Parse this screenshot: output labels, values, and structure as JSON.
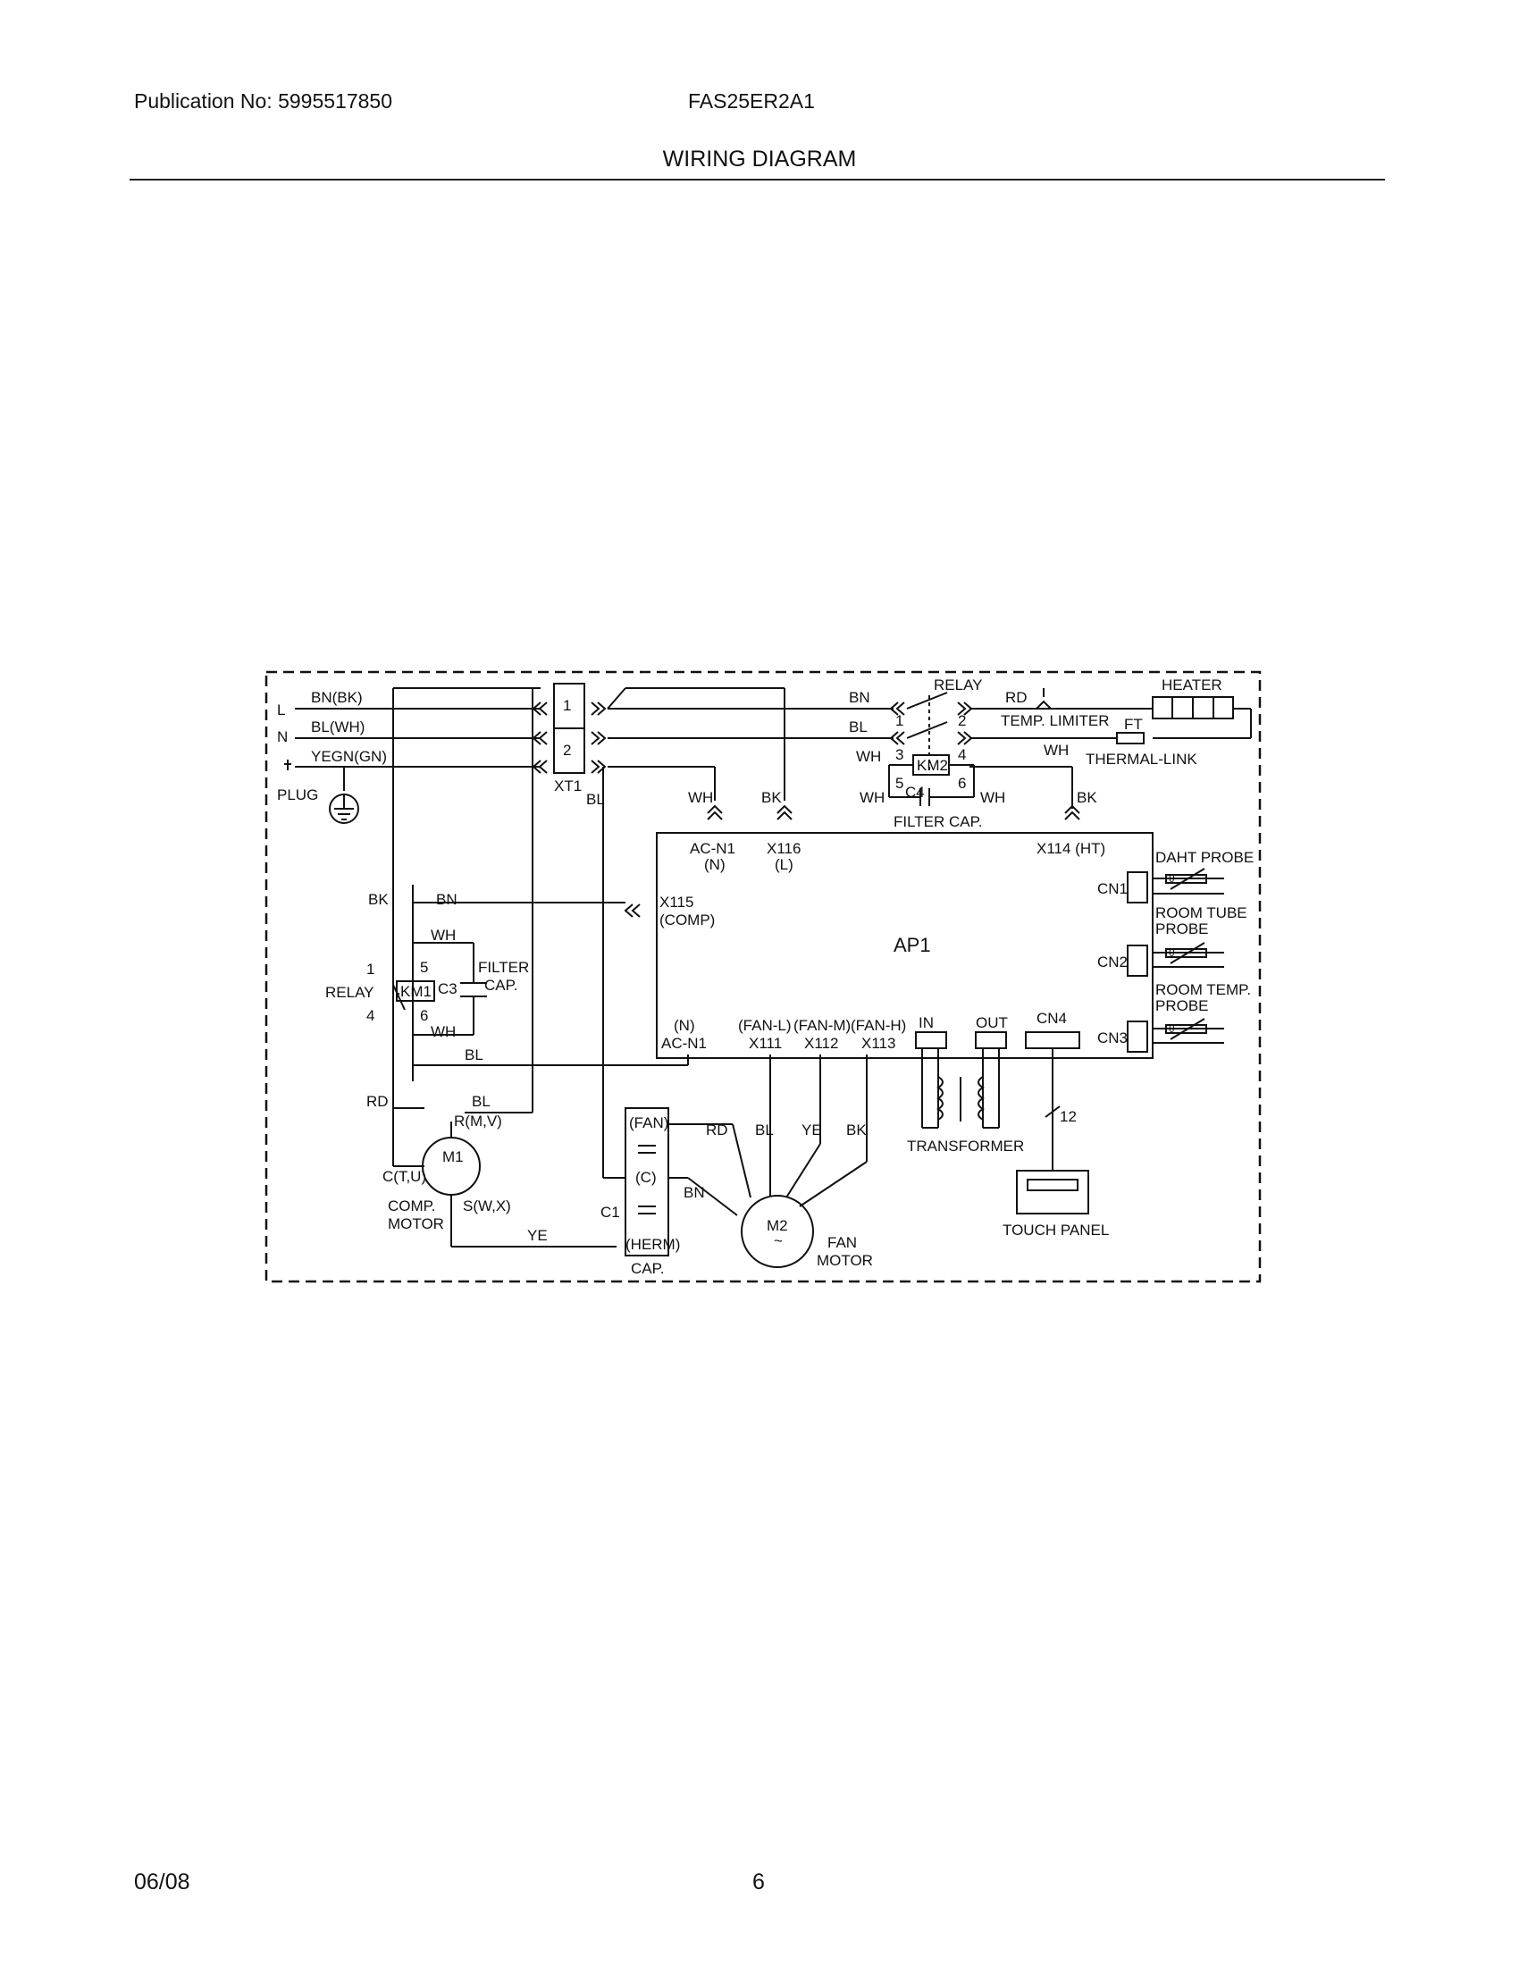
{
  "header": {
    "publication": "Publication No: 5995517850",
    "model": "FAS25ER2A1",
    "title": "WIRING DIAGRAM"
  },
  "footer": {
    "date": "06/08",
    "page": "6"
  },
  "diagram": {
    "plug": {
      "l": "L",
      "n": "N",
      "label": "PLUG",
      "wire_l": "BN(BK)",
      "wire_n": "BL(WH)",
      "wire_g": "YEGN(GN)"
    },
    "terminal_block": {
      "label": "XT1",
      "t1": "1",
      "t2": "2"
    },
    "wires": {
      "bn": "BN",
      "bl": "BL",
      "wh": "WH",
      "bk": "BK",
      "rd": "RD",
      "ye": "YE"
    },
    "heater_relay": {
      "label": "RELAY",
      "coil": "KM2",
      "pin1": "1",
      "pin2": "2",
      "pin3": "3",
      "pin4": "4",
      "pin5": "5",
      "pin6": "6",
      "cap": "C4",
      "cap_label": "FILTER CAP."
    },
    "temp_limiter": "TEMP. LIMITER",
    "heater": "HEATER",
    "thermal_link": {
      "label": "THERMAL-LINK",
      "code": "FT"
    },
    "board": {
      "label": "AP1",
      "acn1_top": "AC-N1",
      "acn1_top_sub": "(N)",
      "x116": "X116",
      "x116_sub": "(L)",
      "x114": "X114 (HT)",
      "x115": "X115",
      "x115_sub": "(COMP)",
      "acn1_bot_sub": "(N)",
      "acn1_bot": "AC-N1",
      "x111_sub": "(FAN-L)",
      "x111": "X111",
      "x112_sub": "(FAN-M)",
      "x112": "X112",
      "x113_sub": "(FAN-H)",
      "x113": "X113",
      "in": "IN",
      "out": "OUT",
      "cn4": "CN4",
      "cn1": "CN1",
      "cn2": "CN2",
      "cn3": "CN3"
    },
    "probes": {
      "daht": "DAHT PROBE",
      "room_tube_1": "ROOM TUBE",
      "room_tube_2": "PROBE",
      "room_temp_1": "ROOM TEMP.",
      "room_temp_2": "PROBE",
      "theta": "θ"
    },
    "comp_relay": {
      "label": "RELAY",
      "coil": "KM1",
      "pin1": "1",
      "pin4": "4",
      "pin5": "5",
      "pin6": "6",
      "cap": "C3",
      "cap_label_1": "FILTER",
      "cap_label_2": "CAP."
    },
    "comp_motor": {
      "id": "M1",
      "r": "R(M,V)",
      "c": "C(T,U)",
      "s": "S(W,X)",
      "label_1": "COMP.",
      "label_2": "MOTOR"
    },
    "run_cap": {
      "id": "C1",
      "fan": "(FAN)",
      "c": "(C)",
      "herm": "(HERM)",
      "label": "CAP."
    },
    "fan_motor": {
      "id": "M2",
      "tilde": "~",
      "label_1": "FAN",
      "label_2": "MOTOR"
    },
    "transformer": "TRANSFORMER",
    "touch_panel": "TOUCH PANEL",
    "bus_count": "12"
  }
}
